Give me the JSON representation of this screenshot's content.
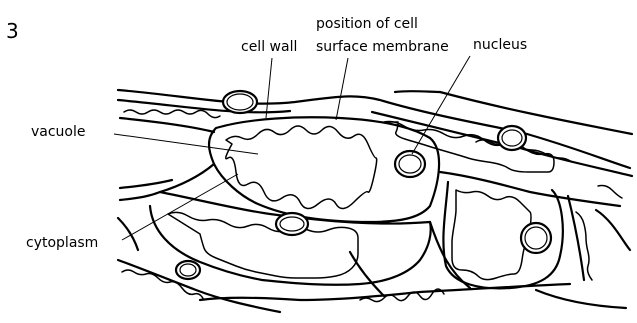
{
  "question_number": "3",
  "labels": {
    "cell_wall": "cell wall",
    "position_line1": "position of cell",
    "position_line2": "surface membrane",
    "nucleus": "nucleus",
    "vacuole": "vacuole",
    "cytoplasm": "cytoplasm"
  }
}
